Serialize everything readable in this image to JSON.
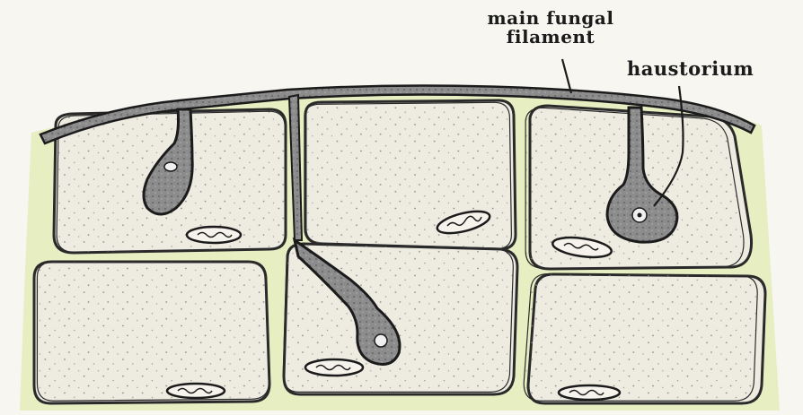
{
  "labels": {
    "main_fungal_filament_line1": "main fungal",
    "main_fungal_filament_line2": "filament",
    "haustorium": "haustorium"
  },
  "colors": {
    "background": "#f7f6f1",
    "intercellular": "#e7eec2",
    "cell_interior": "#eeebe1",
    "cell_wall": "#2a2a2a",
    "fungus_fill": "#8c8c8c",
    "line": "#1b1b1b"
  },
  "structures": {
    "host_cells": 6,
    "haustoria": 3
  }
}
